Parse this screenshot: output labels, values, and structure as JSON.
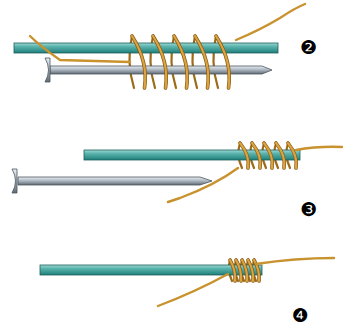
{
  "diagram": {
    "labels": [
      "❷",
      "❸",
      "❹"
    ]
  }
}
